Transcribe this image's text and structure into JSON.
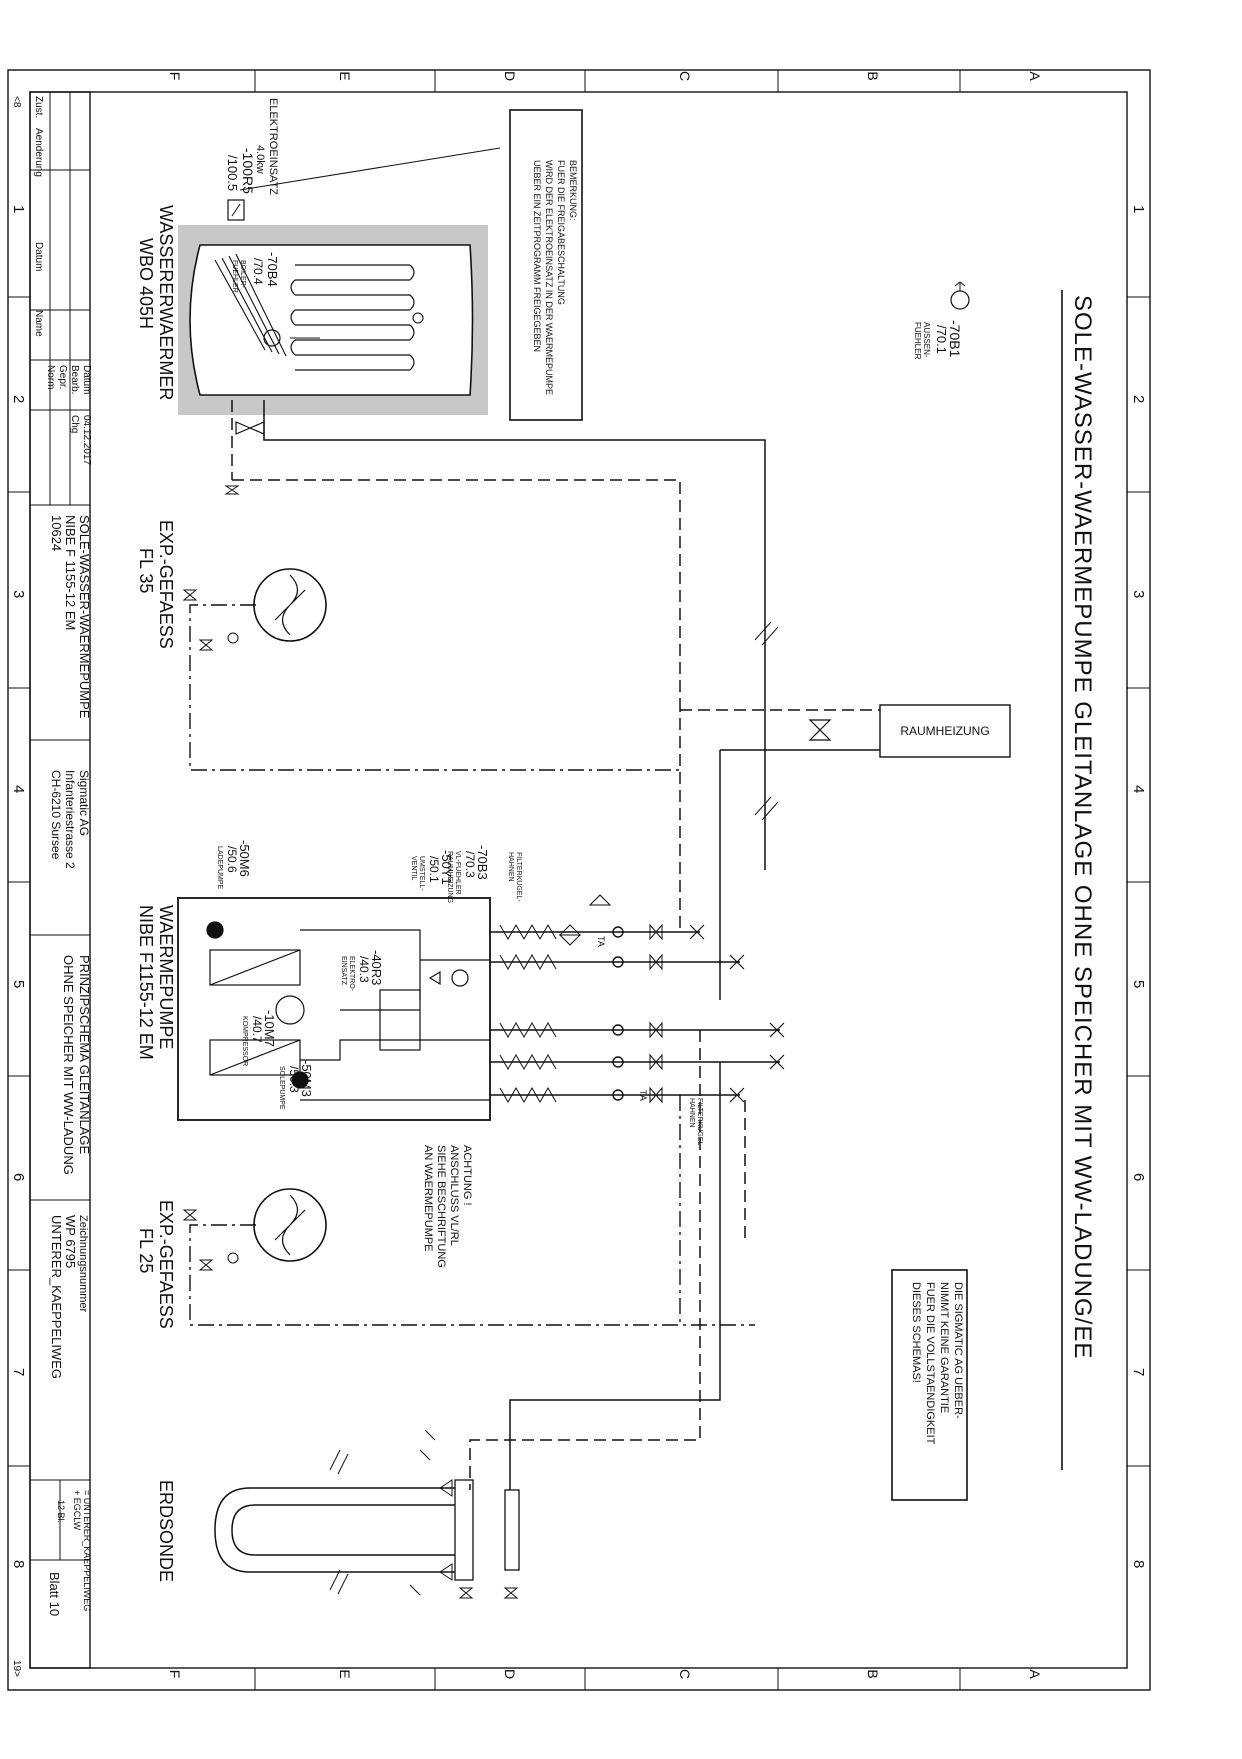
{
  "drawing": {
    "title": "SOLE-WASSER-WAERMEPUMPE GLEITANLAGE OHNE SPEICHER MIT WW-LADUNG/EE",
    "column_letters": [
      "A",
      "B",
      "C",
      "D",
      "E",
      "F"
    ],
    "row_numbers": [
      "1",
      "2",
      "3",
      "4",
      "5",
      "6",
      "7",
      "8"
    ],
    "corner_top": "<8",
    "corner_bottom": "19>",
    "outdoor_sensor": {
      "tag": "-70B1",
      "ref": "/70.1",
      "caption_1": "AUSSEN-",
      "caption_2": "FUEHLER"
    },
    "note_box": {
      "lines": [
        "BEMERKUNG:",
        "FUER DIE FREIGABESCHALTUNG",
        "WIRD DER ELEKTROEINSATZ IN DER WAERMEPUMPE",
        "UEBER EIN ZEITPROGRAMM FREIGEGEBEN"
      ]
    },
    "elektroeinsatz": {
      "label": "ELEKTROEINSATZ",
      "power": "4.0kw",
      "tag": "-100R5",
      "ref": "/100.5"
    },
    "boiler": {
      "name": "WASSERERWAERMER",
      "model": "WBO 405H",
      "sensor_tag": "-70B4",
      "sensor_ref": "/70.4",
      "sensor_caption_1": "BOILER-",
      "sensor_caption_2": "FUEHLER"
    },
    "exp_top": {
      "name": "EXP.-GEFAESS",
      "model": "FL 35"
    },
    "exp_bottom": {
      "name": "EXP.-GEFAESS",
      "model": "FL 25"
    },
    "raumheizung": "RAUMHEIZUNG",
    "heatpump": {
      "name": "WAERMEPUMPE",
      "model": "NIBE F1155-12 EM",
      "tags": [
        {
          "tag": "-70B3",
          "ref": "/70.3",
          "c1": "VL-FUEHLER",
          "c2": "RAUMHEIZUNG"
        },
        {
          "tag": "-50Y1",
          "ref": "/50.1",
          "c1": "UMSTELL-",
          "c2": "VENTIL"
        },
        {
          "tag": "-50M6",
          "ref": "/50.6",
          "c1": "LADEPUMPE",
          "c2": ""
        },
        {
          "tag": "-40R3",
          "ref": "/40.3",
          "c1": "ELEKTRO-",
          "c2": "EINSATZ"
        },
        {
          "tag": "-10M7",
          "ref": "/40.7",
          "c1": "KOMPRESSOR",
          "c2": ""
        },
        {
          "tag": "-50M3",
          "ref": "/50.3",
          "c1": "SOLEPUMPE",
          "c2": ""
        }
      ],
      "filter_top": "FILTERKUGEL-\nHAHNEN",
      "filter_bottom": "FILTERKUGEL-\nHAHNEN",
      "ta": "TA"
    },
    "achtung": [
      "ACHTUNG !",
      "ANSCHLUSS VL/RL",
      "SIEHE BESCHRIFTUNG",
      "AN WAERMEPUMPE"
    ],
    "disclaimer": [
      "DIE SIGMATIC AG UEBER-",
      "NIMMT KEINE GARANTIE",
      "FUER DIE VOLLSTAENDIGKEIT",
      "DIESES SCHEMAS!"
    ],
    "erdsonde": "ERDSONDE"
  },
  "title_block": {
    "rev_headers": [
      "Zust.",
      "Aenderung",
      "Datum",
      "Name"
    ],
    "datum_label": "Datum",
    "datum_value": "04.12.2017",
    "bearb_label": "Bearb.",
    "bearb_value": "Chg",
    "gepr_label": "Gepr.",
    "norm_label": "Norm",
    "description": [
      "SOLE-WASSER-WAERMEPUMPE",
      "NIBE F 1155-12 EM",
      "10624"
    ],
    "company": [
      "Sigmatic AG",
      "Infanteriestrasse 2",
      "CH-6210 Sursee"
    ],
    "schema": [
      "PRINZIPSCHEMA GLEITANLAGE",
      "OHNE SPEICHER MIT WW-LADUNG"
    ],
    "drawing_no_label": "Zeichnungsnummer",
    "drawing_no": "WP 6795",
    "project": "UNTERER_KAEPPELIWEG",
    "location_1": "= UNTERER_KAEPPELIWEG",
    "location_2": "+ EGCLW",
    "sheet": "Blatt 10",
    "sheets_total": "12 Bl."
  }
}
